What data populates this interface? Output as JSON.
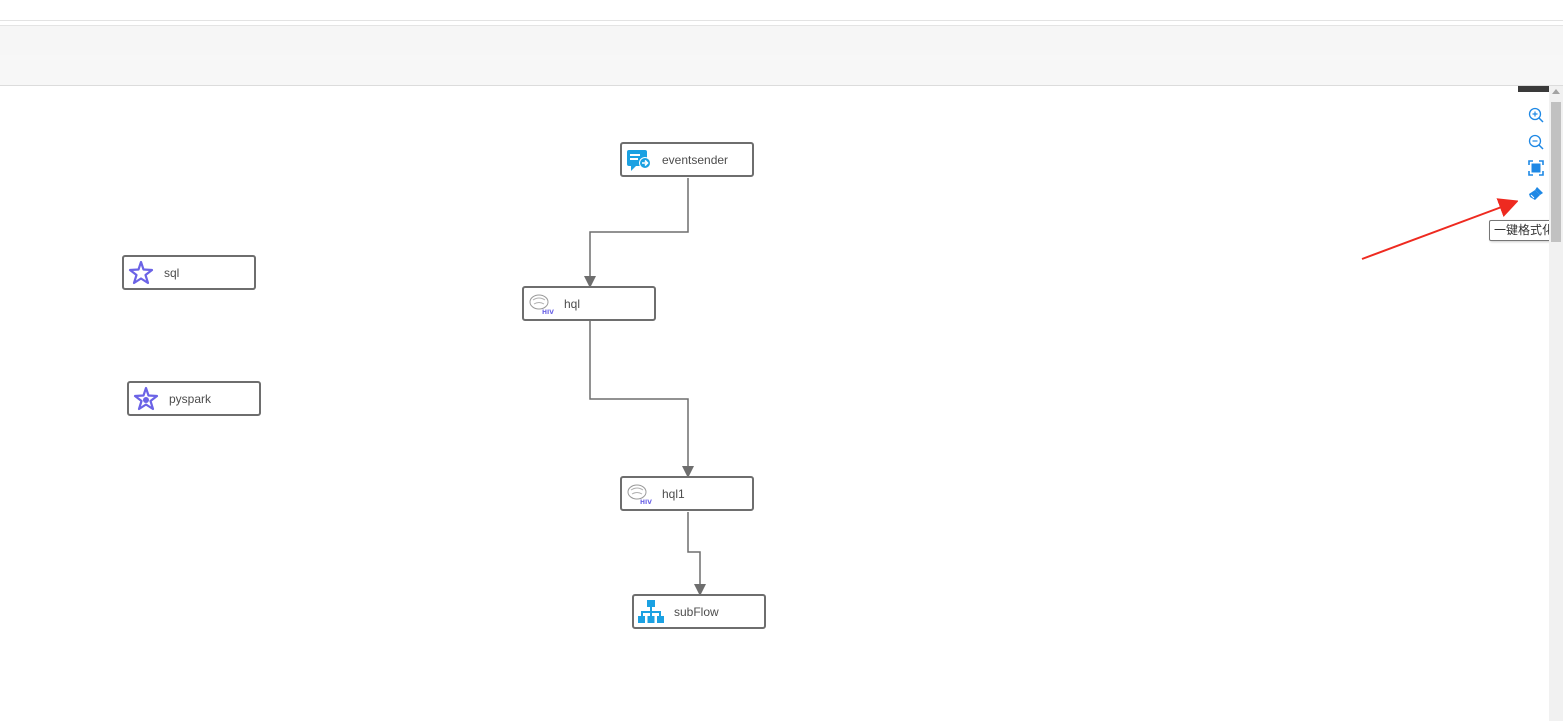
{
  "nodes": [
    {
      "label": "eventsender",
      "icon": "event-sender-icon"
    },
    {
      "label": "sql",
      "icon": "spark-star-icon"
    },
    {
      "label": "hql",
      "icon": "hive-icon"
    },
    {
      "label": "pyspark",
      "icon": "spark-star-icon"
    },
    {
      "label": "hql1",
      "icon": "hive-icon"
    },
    {
      "label": "subFlow",
      "icon": "subflow-tree-icon"
    }
  ],
  "zoom_controls": [
    {
      "icon": "zoom-in-icon"
    },
    {
      "icon": "zoom-out-icon"
    },
    {
      "icon": "fit-screen-icon"
    },
    {
      "icon": "format-brush-icon"
    }
  ],
  "tooltip": {
    "text": "一键格式化"
  },
  "colors": {
    "accent": "#1e88e5",
    "node_border": "#6e6e6e",
    "edge": "#6e6e6e",
    "annotation_arrow": "#ee2a20",
    "spark": "#6b63e6",
    "subflow": "#1ba1e2"
  }
}
